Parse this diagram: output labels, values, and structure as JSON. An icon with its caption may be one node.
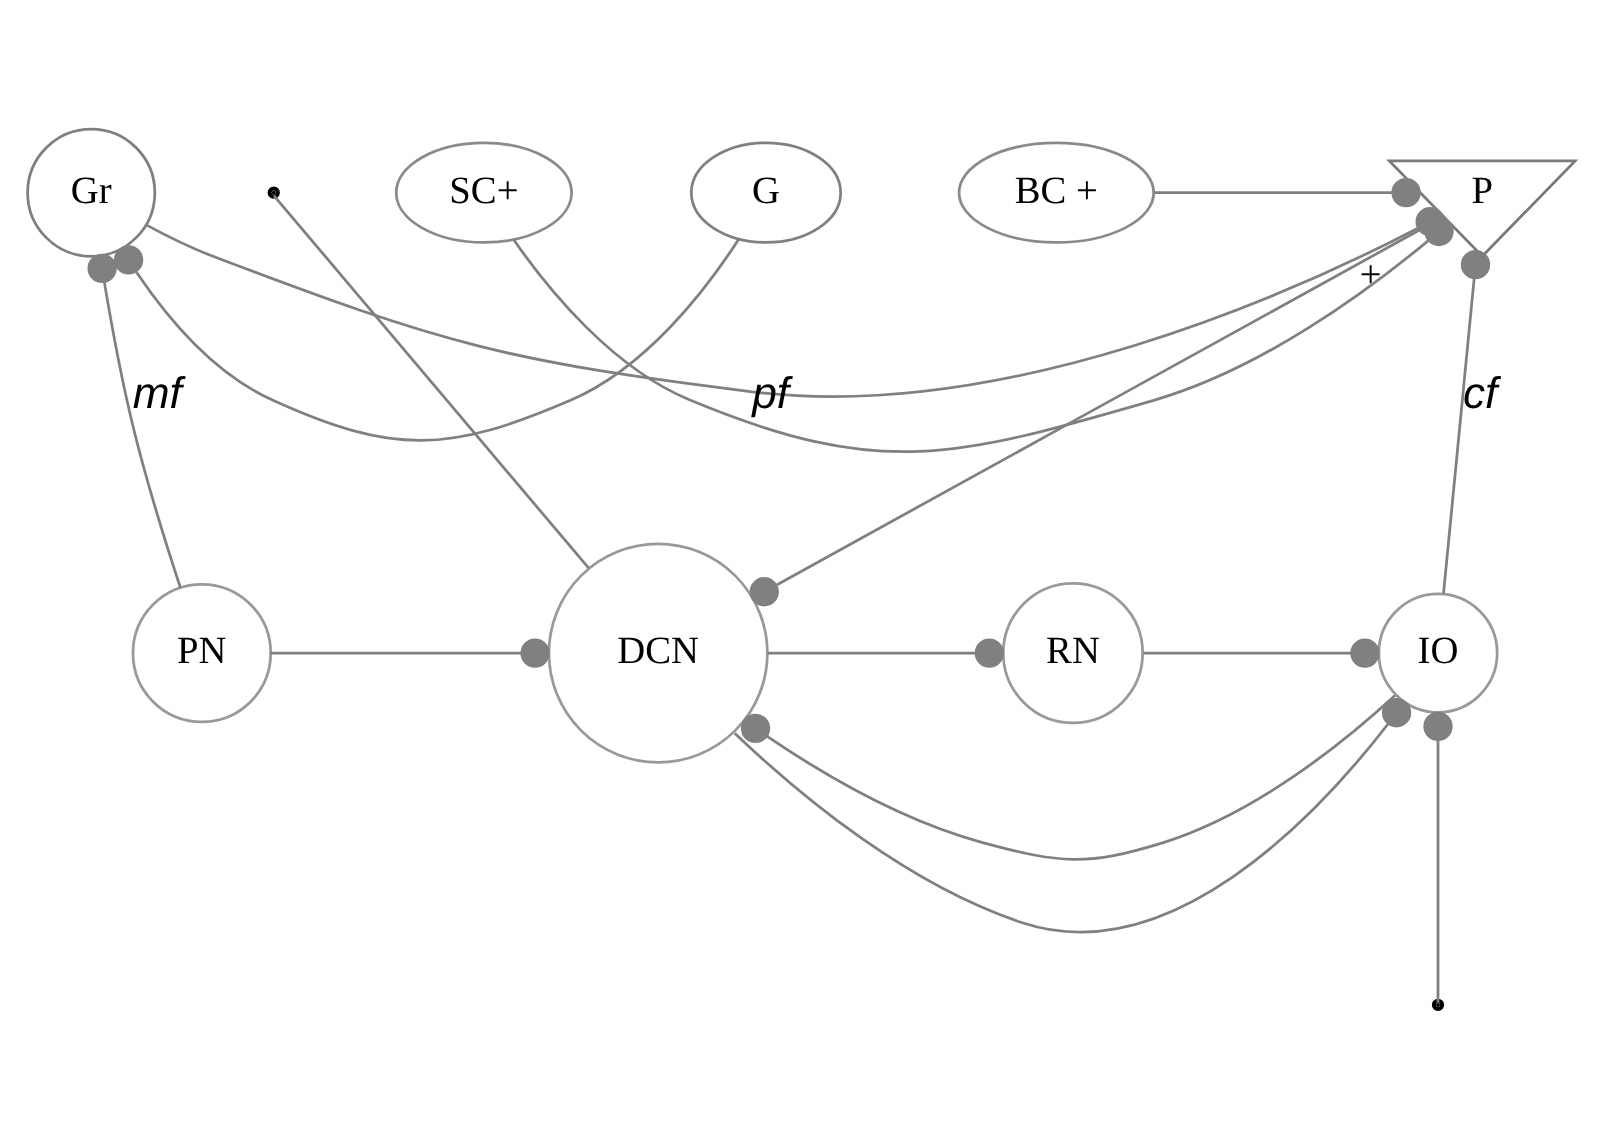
{
  "diagram": {
    "nodes": [
      {
        "text": [
          "G"
        ]
      },
      {
        "text": [
          "Gr"
        ]
      },
      {
        "text": [
          "P"
        ],
        "beside": [
          "+"
        ]
      },
      {
        "text": [
          "SC+"
        ]
      },
      {
        "text": [
          "BC +"
        ]
      },
      {
        "text": [
          "IO"
        ]
      },
      {
        "text": [
          "RN"
        ]
      },
      {
        "text": [
          "PN"
        ]
      },
      {
        "text": [
          "DCN"
        ]
      }
    ],
    "edges": [
      {
        "from": 0,
        "to": 1,
        "arrow": "other"
      },
      {
        "from": 7,
        "to": 1,
        "arrow": "other",
        "label": "mf"
      },
      {
        "from": 7,
        "to": 8,
        "arrow": "other"
      },
      {
        "from": 1,
        "to": 2,
        "arrow": "other",
        "label": "pf"
      },
      {
        "from": 3,
        "to": 2,
        "arrow": "other"
      },
      {
        "from": 4,
        "to": 2,
        "arrow": "other"
      },
      {
        "from": 5,
        "to": 2,
        "arrow": "other",
        "label": "cf"
      },
      {
        "from": 2,
        "to": 8,
        "arrow": "other"
      },
      {
        "from": 5,
        "to": 8,
        "arrow": "other"
      },
      {
        "from": 8,
        "to": 5,
        "arrow": "other"
      },
      {
        "from": null,
        "to": 5,
        "arrow": "other"
      },
      {
        "from": 6,
        "to": 5,
        "arrow": "other"
      },
      {
        "from": 8,
        "to": 6,
        "arrow": "other"
      },
      {
        "from": 8,
        "to": null,
        "arrow": "none"
      }
    ]
  }
}
